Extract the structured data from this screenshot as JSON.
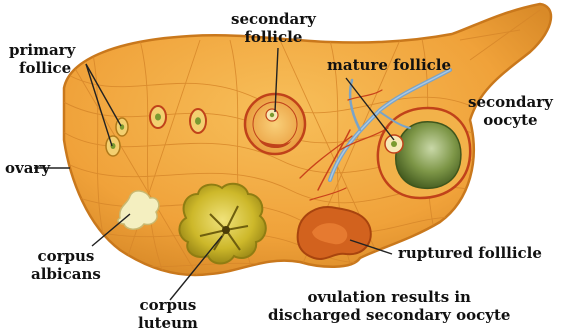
{
  "labels": {
    "primary_follicle": [
      "primary",
      "follice"
    ],
    "secondary_follicle": [
      "secondary",
      "follicle"
    ],
    "mature_follicle": "mature follicle",
    "secondary_oocyte": [
      "secondary",
      "oocyte"
    ],
    "ovary": "ovary",
    "corpus_albicans": [
      "corpus",
      "albicans"
    ],
    "corpus_luteum": [
      "corpus",
      "luteum"
    ],
    "ruptured_follicle": "ruptured folllicle",
    "ovulation": [
      "ovulation results in",
      "discharged secondary oocyte"
    ]
  },
  "colors": {
    "ovary_fill": "#f2a83c",
    "ovary_stroke": "#c9781c",
    "stroma_line": "#d88a2a",
    "luteum": "#c9b21e",
    "albicans": "#f4efc0",
    "mature_antrum": "#5e7a2c",
    "ruptured": "#d2621e",
    "vessel": "#7aa4c8"
  }
}
